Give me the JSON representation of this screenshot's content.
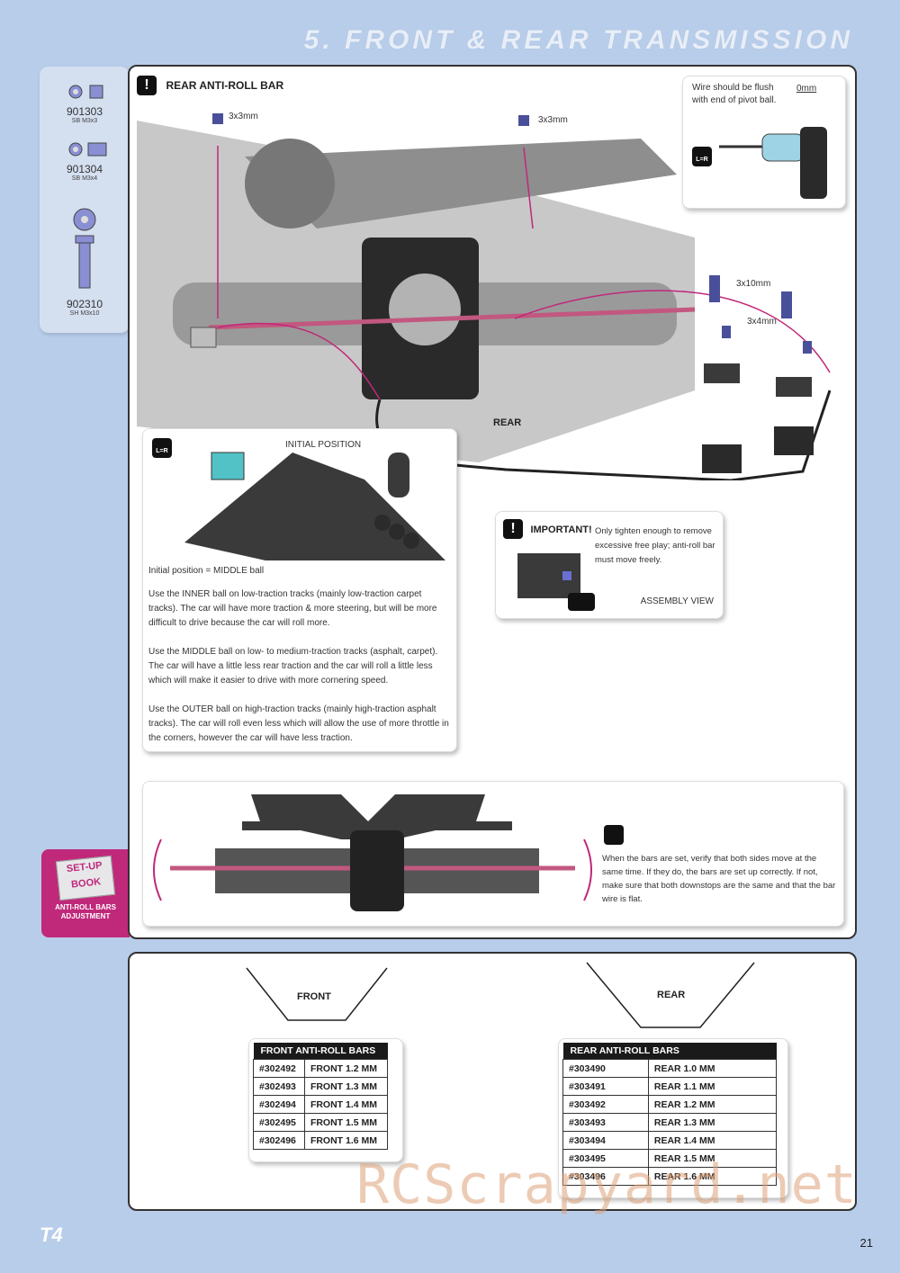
{
  "page": {
    "title": "5. FRONT & REAR TRANSMISSION",
    "number": "21",
    "logo": "T4"
  },
  "parts": [
    {
      "code": "901303",
      "spec": "SB M3x3"
    },
    {
      "code": "901304",
      "spec": "SB M3x4"
    },
    {
      "code": "902310",
      "spec": "SH M3x10"
    }
  ],
  "setup_book": {
    "badge": "SET-UP BOOK",
    "label1": "ANTI-ROLL BARS",
    "label2": "ADJUSTMENT"
  },
  "main": {
    "header": "REAR ANTI-ROLL BAR",
    "labels": {
      "a": "3x3mm",
      "b": "3x3mm",
      "c": "3x10mm",
      "d": "3x4mm",
      "rear": "REAR"
    },
    "flush_note": {
      "text": "Wire should be flush with end of pivot ball.",
      "dim": "0mm"
    },
    "lr": "L=R",
    "position": {
      "initial": "INITIAL POSITION",
      "line": "Initial position = MIDDLE ball",
      "p1": "Use the INNER ball on low-traction tracks (mainly low-traction carpet tracks). The car will have more traction & more steering, but will be more difficult to drive because the car will roll more.",
      "p2": "Use the MIDDLE ball on low- to medium-traction tracks (asphalt, carpet). The car will have a little less rear traction and the car will roll a little less which will make it easier to drive with more cornering speed.",
      "p3": "Use the OUTER ball on high-traction tracks (mainly high-traction asphalt tracks). The car will roll even less which will allow the use of more throttle in the corners, however the car will have less traction."
    },
    "important": {
      "header": "IMPORTANT!",
      "text": "Only tighten enough to remove excessive free play; anti-roll bar must move freely.",
      "view": "ASSEMBLY VIEW"
    },
    "verify": "When the bars are set, verify that both sides move at the same time. If they do, the bars are set up correctly. If not, make sure that both downstops are the same and that the bar wire is flat."
  },
  "bars": {
    "front_label": "FRONT",
    "rear_label": "REAR",
    "front_table": {
      "header": "FRONT ANTI-ROLL BARS",
      "rows": [
        [
          "#302492",
          "FRONT 1.2 MM"
        ],
        [
          "#302493",
          "FRONT 1.3 MM"
        ],
        [
          "#302494",
          "FRONT 1.4 MM"
        ],
        [
          "#302495",
          "FRONT 1.5 MM"
        ],
        [
          "#302496",
          "FRONT 1.6 MM"
        ]
      ]
    },
    "rear_table": {
      "header": "REAR ANTI-ROLL BARS",
      "rows": [
        [
          "#303490",
          "REAR 1.0 MM"
        ],
        [
          "#303491",
          "REAR 1.1 MM"
        ],
        [
          "#303492",
          "REAR 1.2 MM"
        ],
        [
          "#303493",
          "REAR 1.3 MM"
        ],
        [
          "#303494",
          "REAR 1.4 MM"
        ],
        [
          "#303495",
          "REAR 1.5 MM"
        ],
        [
          "#303496",
          "REAR 1.6 MM"
        ]
      ]
    }
  },
  "watermark": "RCScrapyard.net",
  "colors": {
    "accent": "#c0287a",
    "background": "#b8cdea",
    "bar_dark": "#1a1a1a"
  }
}
